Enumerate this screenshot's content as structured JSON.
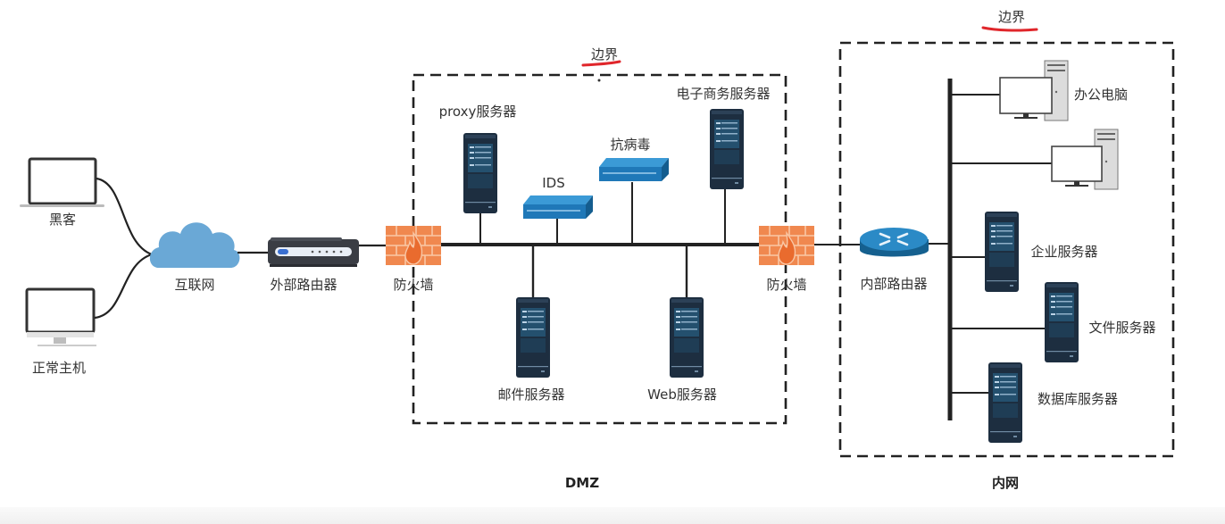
{
  "diagram": {
    "external": {
      "hacker": {
        "label": "黑客",
        "icon": "laptop-icon"
      },
      "normal_host": {
        "label": "正常主机",
        "icon": "desktop-monitor-icon"
      },
      "internet": {
        "label": "互联网",
        "icon": "cloud-icon"
      },
      "external_router": {
        "label": "外部路由器",
        "icon": "router-box-icon"
      }
    },
    "dmz": {
      "zone_label": "DMZ",
      "boundary_label": "边界",
      "firewall_outer": {
        "label": "防火墙",
        "icon": "firewall-icon"
      },
      "firewall_inner": {
        "label": "防火墙",
        "icon": "firewall-icon"
      },
      "proxy_server": {
        "label": "proxy服务器",
        "icon": "server-icon"
      },
      "ids": {
        "label": "IDS",
        "icon": "switch-appliance-icon"
      },
      "antivirus": {
        "label": "抗病毒",
        "icon": "switch-appliance-icon"
      },
      "ecommerce_server": {
        "label": "电子商务服务器",
        "icon": "server-icon"
      },
      "mail_server": {
        "label": "邮件服务器",
        "icon": "server-icon"
      },
      "web_server": {
        "label": "Web服务器",
        "icon": "server-icon"
      }
    },
    "intranet": {
      "zone_label": "内网",
      "boundary_label": "边界",
      "internal_router": {
        "label": "内部路由器",
        "icon": "router-icon"
      },
      "office_pc": {
        "label": "办公电脑",
        "icon": "desktop-pc-icon"
      },
      "office_pc_2": {
        "label": "",
        "icon": "desktop-pc-icon"
      },
      "enterprise_server": {
        "label": "企业服务器",
        "icon": "server-icon"
      },
      "file_server": {
        "label": "文件服务器",
        "icon": "server-icon"
      },
      "database_server": {
        "label": "数据库服务器",
        "icon": "server-icon"
      }
    },
    "colors": {
      "annotation_underline": "#e0262b",
      "firewall": "#f0884f",
      "cloud": "#6aa8d6",
      "appliance": "#1f78b8",
      "server": "#1d2e40",
      "router": "#1d7ab6"
    }
  }
}
